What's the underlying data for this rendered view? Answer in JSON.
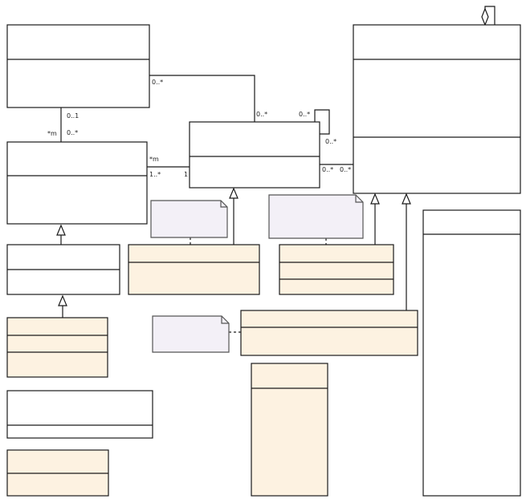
{
  "diagram": {
    "colors": {
      "line": "#1a1a1a",
      "plain_fill": "#ffffff",
      "highlight_fill": "#fdf2e1",
      "note_fill": "#f3f0f7",
      "note_border": "#555555"
    },
    "multiplicities": {
      "topleft_to_center_a": "0..*",
      "topleft_to_center_b": "0..*",
      "topleft_down_a": "0..1",
      "topleft_down_b": "0..*",
      "left_m_a": "*m",
      "left_to_center_m": "*m",
      "left_to_center_one_star": "1..*",
      "center_one": "1",
      "self_a": "0..*",
      "self_b": "0..*",
      "center_to_right_a": "0..*",
      "center_to_right_b": "0..*"
    }
  }
}
